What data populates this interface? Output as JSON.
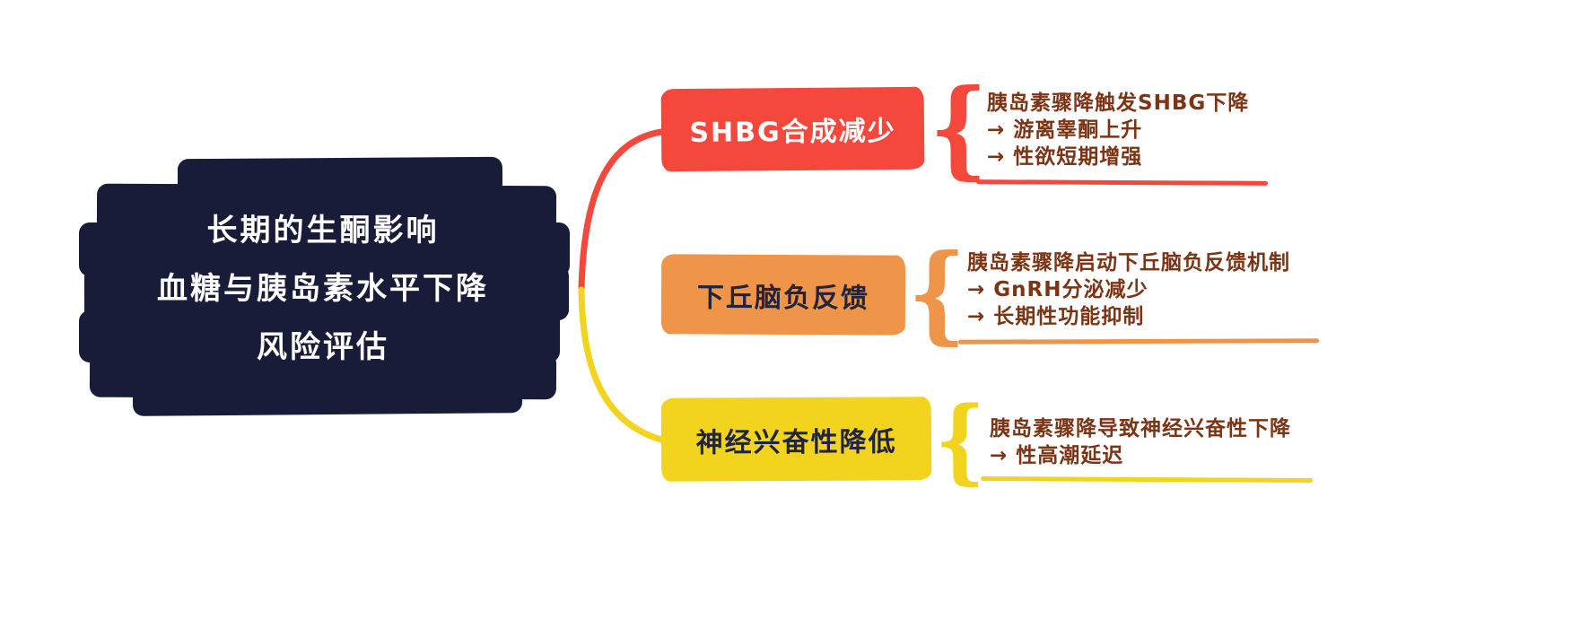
{
  "center": {
    "title_lines": [
      "长期的生酮影响",
      "血糖与胰岛素水平下降",
      "风险评估"
    ]
  },
  "branches": [
    {
      "label": "SHBG合成减少",
      "details": [
        "胰岛素骤降触发SHBG下降",
        "→ 游离睾酮上升",
        "→ 性欲短期增强"
      ],
      "color": "#f4483c",
      "label_color": "#ffffff"
    },
    {
      "label": "下丘脑负反馈",
      "details": [
        "胰岛素骤降启动下丘脑负反馈机制",
        "→ GnRH分泌减少",
        "→ 长期性功能抑制"
      ],
      "color": "#ef9549",
      "label_color": "#20243f"
    },
    {
      "label": "神经兴奋性降低",
      "details": [
        "胰岛素骤降导致神经兴奋性下降",
        "→ 性高潮延迟"
      ],
      "color": "#f2d41f",
      "label_color": "#20243f"
    }
  ],
  "colors": {
    "background": "#ffffff",
    "center_bg": "#181c38",
    "center_text": "#ffffff",
    "detail_text": "#7d3414"
  },
  "brace_glyph": "{"
}
